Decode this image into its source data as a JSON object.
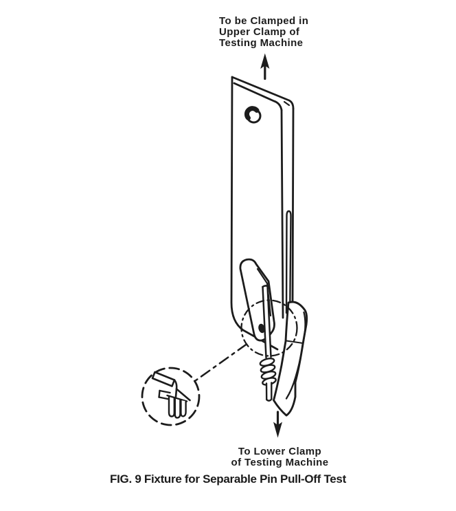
{
  "figure": {
    "caption": "FIG. 9 Fixture for Separable Pin Pull-Off Test",
    "upper_label": {
      "line1": "To be Clamped in",
      "line2": "Upper Clamp of",
      "line3": "Testing Machine"
    },
    "lower_label": {
      "line1": "To Lower Clamp",
      "line2": "of Testing Machine"
    },
    "icons": {
      "up_arrow": "up-arrow",
      "down_arrow": "down-arrow"
    },
    "colors": {
      "ink": "#1c1c1c",
      "paper": "#ffffff"
    }
  }
}
